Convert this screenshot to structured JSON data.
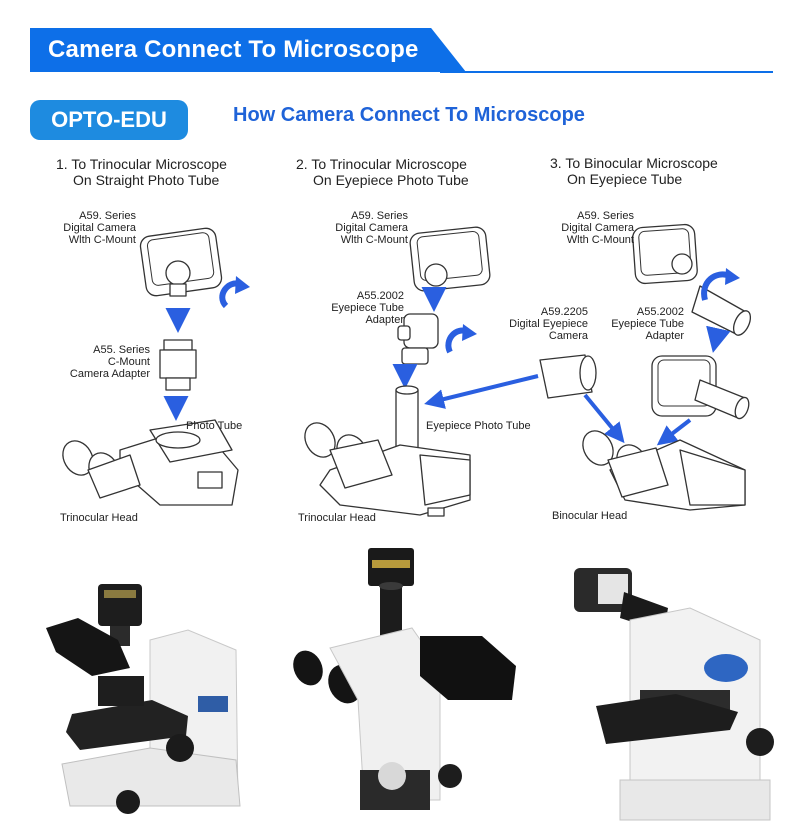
{
  "header": {
    "banner_title": "Camera Connect To Microscope",
    "brand": "OPTO-EDU",
    "subtitle": "How Camera Connect To Microscope"
  },
  "colors": {
    "banner_blue": "#0d6fe8",
    "badge_blue": "#1e8be0",
    "subtitle_blue": "#1f63d8",
    "arrow_blue": "#2a5fe0"
  },
  "diagrams": [
    {
      "heading_line1": "1. To Trinocular Microscope",
      "heading_line2": "On Straight Photo Tube",
      "camera_label": [
        "A59. Series",
        "Digital Camera",
        "Wlth C-Mount"
      ],
      "adapter_label": [
        "A55. Series",
        "C-Mount",
        "Camera Adapter"
      ],
      "tube_label": "Photo Tube",
      "head_label": "Trinocular Head"
    },
    {
      "heading_line1": "2. To Trinocular Microscope",
      "heading_line2": "On Eyepiece Photo Tube",
      "camera_label": [
        "A59. Series",
        "Digital Camera",
        "Wlth C-Mount"
      ],
      "adapter_label": [
        "A55.2002",
        "Eyepiece Tube",
        "Adapter"
      ],
      "eyepiece_camera_label": [
        "A59.2205",
        "Digital Eyepiece",
        "Camera"
      ],
      "tube_label": "Eyepiece Photo Tube",
      "head_label": "Trinocular Head"
    },
    {
      "heading_line1": "3. To Binocular Microscope",
      "heading_line2": "On Eyepiece Tube",
      "camera_label": [
        "A59. Series",
        "Digital Camera",
        "Wlth C-Mount"
      ],
      "adapter_label": [
        "A55.2002",
        "Eyepiece Tube",
        "Adapter"
      ],
      "head_label": "Binocular  Head"
    }
  ]
}
